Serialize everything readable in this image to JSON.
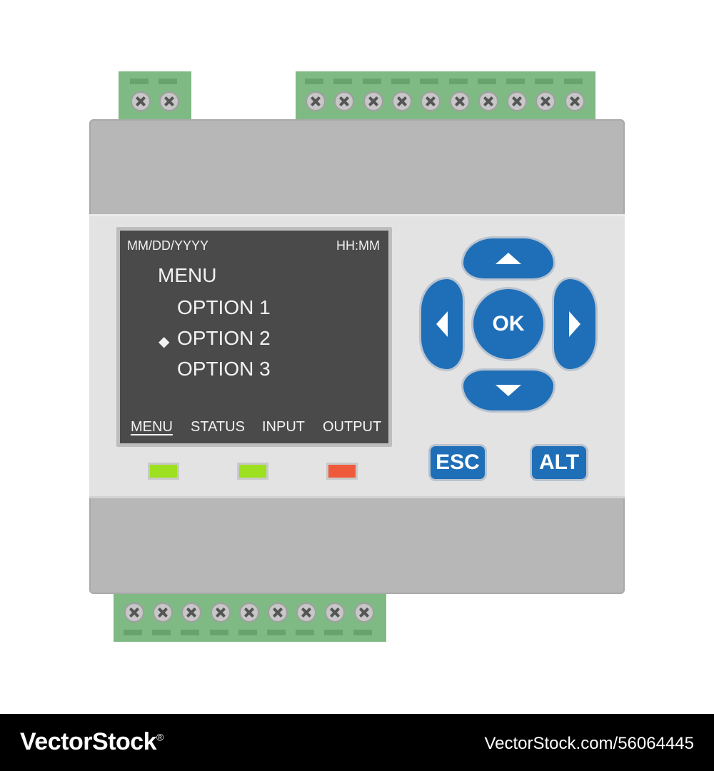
{
  "screen": {
    "date": "MM/DD/YYYY",
    "time": "HH:MM",
    "menu_title": "MENU",
    "options": [
      "OPTION 1",
      "OPTION 2",
      "OPTION 3"
    ],
    "selected_marker": "◆",
    "tabs": [
      "MENU",
      "STATUS",
      "INPUT",
      "OUTPUT"
    ]
  },
  "buttons": {
    "ok": "OK",
    "esc": "ESC",
    "alt": "ALT"
  },
  "leds": {
    "colors": [
      "#9ce01f",
      "#9ce01f",
      "#f05a3c"
    ]
  },
  "icons": {
    "up": "arrow-up-icon",
    "down": "arrow-down-icon",
    "left": "arrow-left-icon",
    "right": "arrow-right-icon",
    "screw": "screw-icon"
  },
  "colors": {
    "button_blue": "#1f6fb8",
    "terminal_green": "#7fba84",
    "housing_gray": "#b7b7b7",
    "lcd_background": "#4a4a4a"
  },
  "footer": {
    "brand": "VectorStock",
    "registered": "®",
    "id": "VectorStock.com/56064445"
  }
}
